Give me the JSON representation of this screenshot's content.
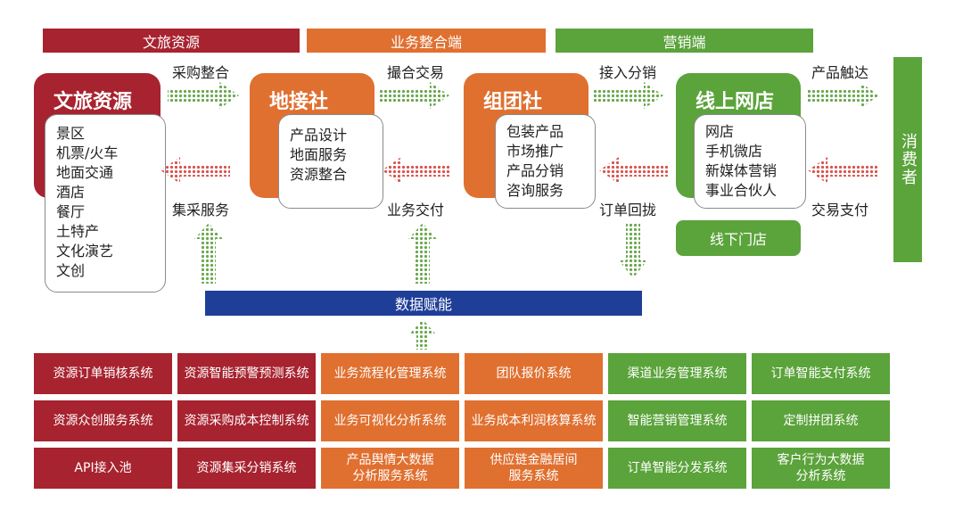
{
  "top_bars": {
    "resources": "文旅资源",
    "integration": "业务整合端",
    "marketing": "营销端"
  },
  "stages": [
    {
      "title": "文旅资源",
      "items": [
        "景区",
        "机票/火车",
        "地面交通",
        "酒店",
        "餐厅",
        "土特产",
        "文化演艺",
        "文创"
      ]
    },
    {
      "title": "地接社",
      "items": [
        "产品设计",
        "地面服务",
        "资源整合"
      ]
    },
    {
      "title": "组团社",
      "items": [
        "包装产品",
        "市场推广",
        "产品分销",
        "咨询服务"
      ]
    },
    {
      "title": "线上网店",
      "items": [
        "网店",
        "手机微店",
        "新媒体营销",
        "事业合伙人"
      ]
    }
  ],
  "offline_store": "线下门店",
  "consumer": "消费者",
  "flows": {
    "forward": [
      "采购整合",
      "撮合交易",
      "接入分销",
      "产品触达"
    ],
    "backward": [
      "集采服务",
      "业务交付",
      "订单回拢",
      "交易支付"
    ]
  },
  "data_bar": "数据赋能",
  "systems": {
    "row1": [
      "资源订单销核系统",
      "资源智能预警预测系统",
      "业务流程化管理系统",
      "团队报价系统",
      "渠道业务管理系统",
      "订单智能支付系统"
    ],
    "row2": [
      "资源众创服务系统",
      "资源采购成本控制系统",
      "业务可视化分析系统",
      "业务成本利润核算系统",
      "智能营销管理系统",
      "定制拼团系统"
    ],
    "row3": [
      "API接入池",
      "资源集采分销系统",
      "产品舆情大数据\n分析服务系统",
      "供应链金融居间\n服务系统",
      "订单智能分发系统",
      "客户行为大数据\n分析系统"
    ]
  },
  "colors": {
    "red": "#a7232f",
    "orange": "#e07030",
    "green": "#5ba33b",
    "blue": "#1f3e97",
    "arrow_green": "#6aa84f",
    "arrow_red": "#d9534f"
  }
}
